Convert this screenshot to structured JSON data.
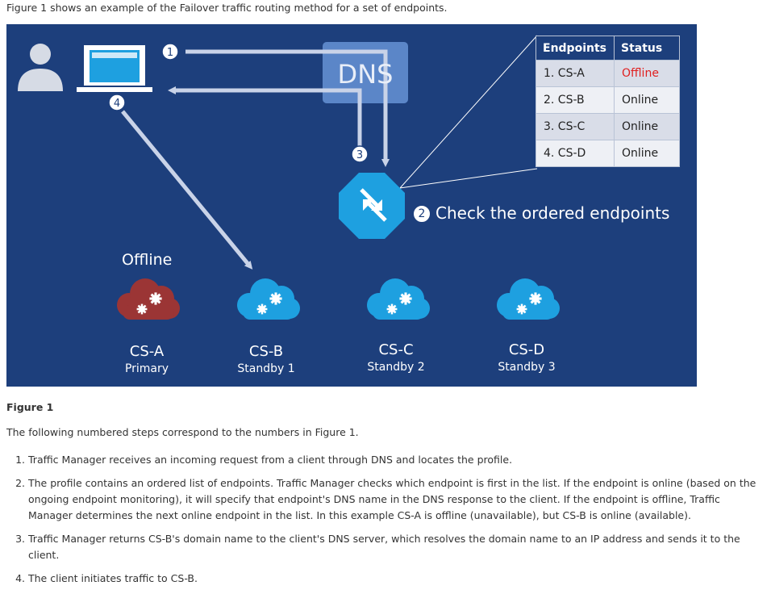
{
  "intro_text": "Figure 1 shows an example of the Failover traffic routing method for a set of endpoints.",
  "diagram": {
    "dns_label": "DNS",
    "step_numbers": [
      "1",
      "2",
      "3",
      "4"
    ],
    "check_label": "Check the ordered endpoints",
    "offline_label": "Offline",
    "table": {
      "headers": [
        "Endpoints",
        "Status"
      ],
      "rows": [
        {
          "endpoint": "1. CS-A",
          "status": "Offline"
        },
        {
          "endpoint": "2. CS-B",
          "status": "Online"
        },
        {
          "endpoint": "3. CS-C",
          "status": "Online"
        },
        {
          "endpoint": "4. CS-D",
          "status": "Online"
        }
      ]
    },
    "services": [
      {
        "name": "CS-A",
        "role": "Primary"
      },
      {
        "name": "CS-B",
        "role": "Standby 1"
      },
      {
        "name": "CS-C",
        "role": "Standby 2"
      },
      {
        "name": "CS-D",
        "role": "Standby 3"
      }
    ],
    "colors": {
      "background": "#1d3f7c",
      "online_cloud": "#1ea0e0",
      "offline_cloud": "#9b3535",
      "offline_text": "#e02020"
    }
  },
  "figure_caption": "Figure 1",
  "steps_intro": "The following numbered steps correspond to the numbers in Figure 1.",
  "steps": [
    "Traffic Manager receives an incoming request from a client through DNS and locates the profile.",
    "The profile contains an ordered list of endpoints. Traffic Manager checks which endpoint is first in the list. If the endpoint is online (based on the ongoing endpoint monitoring), it will specify that endpoint's DNS name in the DNS response to the client. If the endpoint is offline, Traffic Manager determines the next online endpoint in the list. In this example CS-A is offline (unavailable), but CS-B is online (available).",
    "Traffic Manager returns CS-B's domain name to the client's DNS server, which resolves the domain name to an IP address and sends it to the client.",
    "The client initiates traffic to CS-B."
  ]
}
